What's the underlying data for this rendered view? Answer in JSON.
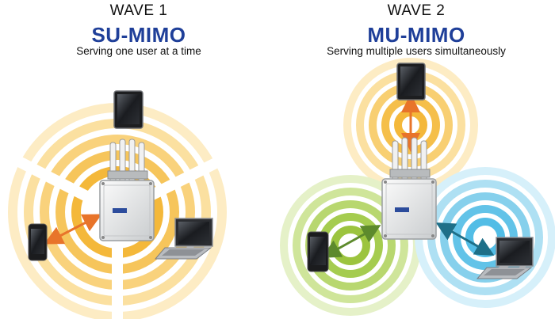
{
  "colors": {
    "title_blue": "#1f3f99",
    "ring_orange": "#f4b83a",
    "ring_green": "#9cc43e",
    "ring_cyan": "#52bde6",
    "arrow_orange": "#e8742a",
    "arrow_green": "#5d8a2c",
    "arrow_teal": "#1e6f88"
  },
  "left": {
    "wave": "WAVE 1",
    "mode": "SU-MIMO",
    "subtitle": "Serving one user at a time",
    "devices": [
      "tablet-icon",
      "smartphone-icon",
      "laptop-icon"
    ],
    "active_link": "smartphone"
  },
  "right": {
    "wave": "WAVE 2",
    "mode": "MU-MIMO",
    "subtitle": "Serving multiple users simultaneously",
    "devices": [
      "tablet-icon",
      "smartphone-icon",
      "laptop-icon"
    ],
    "active_links": [
      "tablet",
      "smartphone",
      "laptop"
    ]
  }
}
